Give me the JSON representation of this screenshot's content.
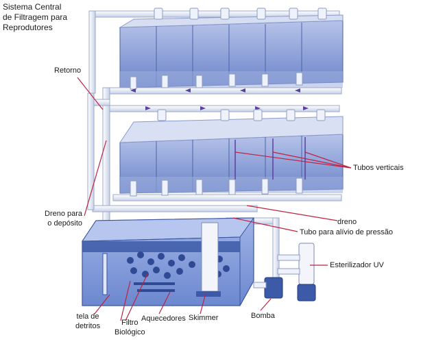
{
  "title": "Sistema Central\nde Filtragem para\nReprodutores",
  "labels": {
    "retorno": "Retorno",
    "dreno_deposito": "Dreno para\no depósito",
    "tubos_verticais": "Tubos verticais",
    "dreno": "dreno",
    "tubo_alivio": "Tubo para alívio de pressão",
    "esterilizador": "Esterilizador UV",
    "tela": "tela de\ndetritos",
    "filtro": "Filtro\nBiológico",
    "aquecedores": "Aquecedores",
    "skimmer": "Skimmer",
    "bomba": "Bomba"
  },
  "colors": {
    "pipe": "#e9eef8",
    "pipe_edge": "#9aa9c9",
    "tank_front": "#6f86cc",
    "tank_top": "#c9d3ee",
    "sump": "#7f9ad8",
    "equipment": "#3d5aa8",
    "leader": "#c0203f",
    "arrow": "#5a3ea0"
  }
}
